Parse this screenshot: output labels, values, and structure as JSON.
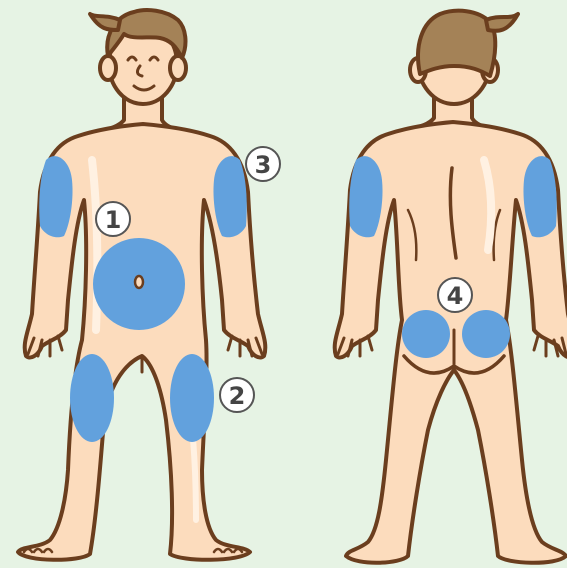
{
  "colors": {
    "background": "#E6F3E4",
    "skin": "#FCDCBD",
    "skin_highlight": "#FFF1E2",
    "outline": "#6B3E1E",
    "hair": "#A48257",
    "injection_site": "#62A1DD",
    "label_circle_fill": "#FFFFFF",
    "label_circle_stroke": "#555555",
    "label_text": "#444444"
  },
  "figures": [
    {
      "view": "front"
    },
    {
      "view": "back"
    }
  ],
  "sites": [
    {
      "id": "site-1",
      "number": "1",
      "region": "abdomen"
    },
    {
      "id": "site-2",
      "number": "2",
      "region": "thighs"
    },
    {
      "id": "site-3",
      "number": "3",
      "region": "upper-arms"
    },
    {
      "id": "site-4",
      "number": "4",
      "region": "buttocks"
    }
  ]
}
